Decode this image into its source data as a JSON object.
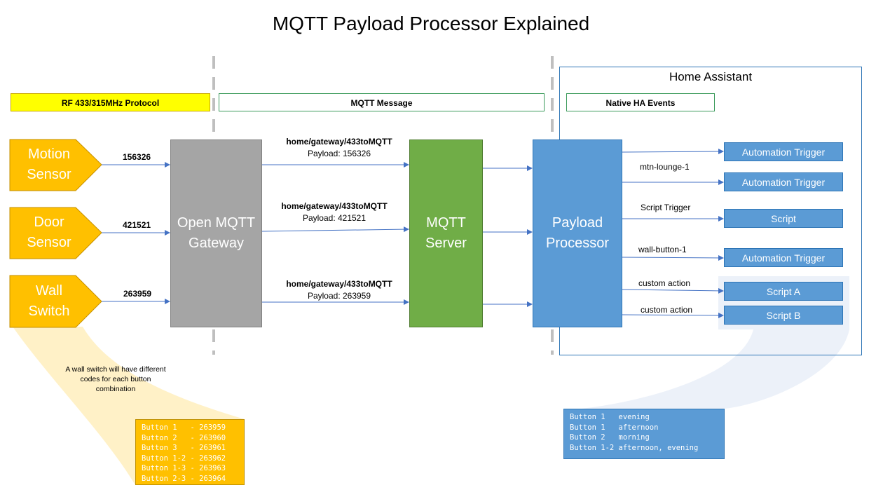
{
  "title": "MQTT Payload Processor Explained",
  "headers": {
    "rf": "RF 433/315MHz Protocol",
    "mqtt": "MQTT Message",
    "ha": "Native HA Events"
  },
  "home_assistant_label": "Home Assistant",
  "sensors": [
    {
      "line1": "Motion",
      "line2": "Sensor",
      "code": "156326"
    },
    {
      "line1": "Door",
      "line2": "Sensor",
      "code": "421521"
    },
    {
      "line1": "Wall",
      "line2": "Switch",
      "code": "263959"
    }
  ],
  "gateway": {
    "line1": "Open MQTT",
    "line2": "Gateway"
  },
  "server": {
    "line1": "MQTT",
    "line2": "Server"
  },
  "processor": {
    "line1": "Payload",
    "line2": "Processor"
  },
  "messages": [
    {
      "topic": "home/gateway/433toMQTT",
      "payload": "Payload: 156326"
    },
    {
      "topic": "home/gateway/433toMQTT",
      "payload": "Payload: 421521"
    },
    {
      "topic": "home/gateway/433toMQTT",
      "payload": "Payload: 263959"
    }
  ],
  "targets": [
    {
      "label": "Automation Trigger",
      "event": ""
    },
    {
      "label": "Automation Trigger",
      "event": "mtn-lounge-1"
    },
    {
      "label": "Script",
      "event": "Script Trigger"
    },
    {
      "label": "Automation Trigger",
      "event": "wall-button-1"
    },
    {
      "label": "Script A",
      "event": "custom action"
    },
    {
      "label": "Script B",
      "event": "custom action"
    }
  ],
  "wall_switch_note": "A wall switch will have different codes for each button combination",
  "wall_switch_codes": "Button 1   - 263959\nButton 2   - 263960\nButton 3   - 263961\nButton 1-2 - 263962\nButton 1-3 - 263963\nButton 2-3 - 263964",
  "script_args": "Button 1   evening\nButton 1   afternoon\nButton 2   morning\nButton 1-2 afternoon, evening",
  "colors": {
    "sensor": "#ffc000",
    "gateway": "#a5a5a5",
    "server": "#70ad47",
    "processor": "#5b9bd5",
    "arrow": "#4472c4",
    "rf_header": "#ffff00"
  }
}
